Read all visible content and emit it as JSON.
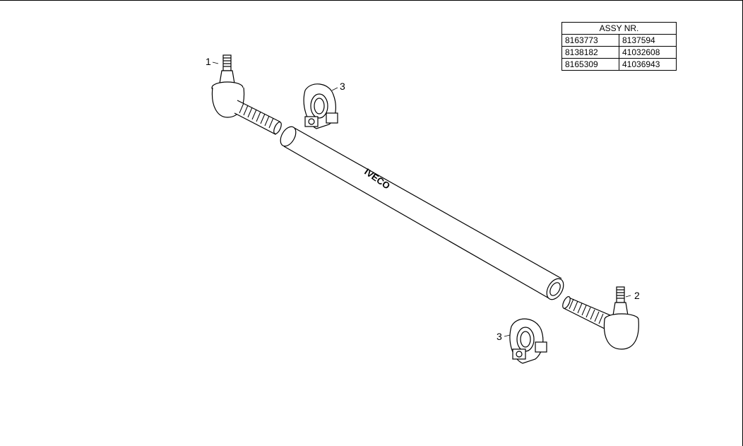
{
  "table": {
    "header": "ASSY NR.",
    "rows": [
      [
        "8163773",
        "8137594"
      ],
      [
        "8138182",
        "41032608"
      ],
      [
        "8165309",
        "41036943"
      ]
    ]
  },
  "callouts": {
    "part1": "1",
    "part2": "2",
    "part3_top": "3",
    "part3_bottom": "3"
  },
  "brand_text": "IVECO"
}
